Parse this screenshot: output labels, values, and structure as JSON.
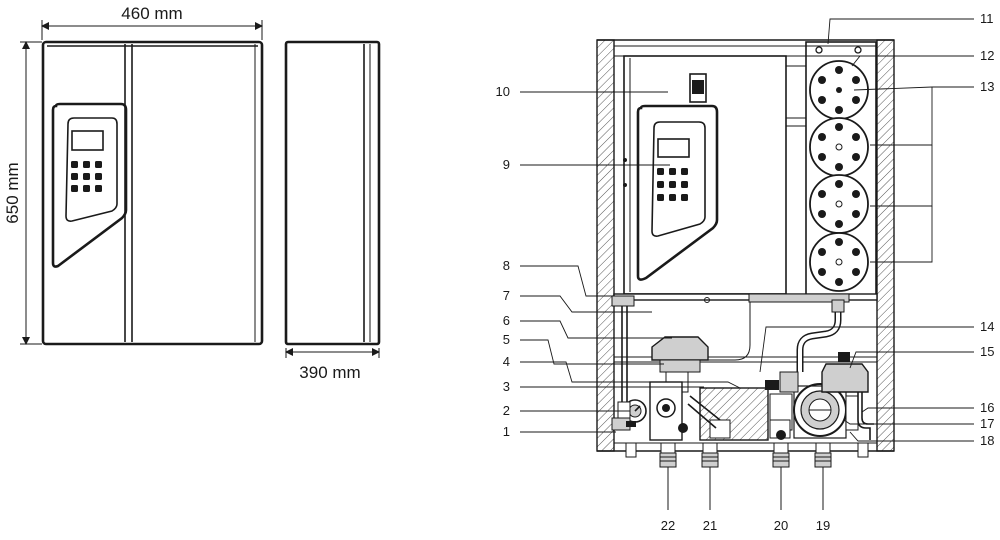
{
  "dimensions": {
    "width": "460 mm",
    "height": "650 mm",
    "depth": "390 mm"
  },
  "callouts": [
    "1",
    "2",
    "3",
    "4",
    "5",
    "6",
    "7",
    "8",
    "9",
    "10",
    "11",
    "12",
    "13",
    "14",
    "15",
    "16",
    "17",
    "18",
    "19",
    "20",
    "21",
    "22"
  ],
  "colors": {
    "line": "#1a1a1a",
    "hatch": "#555555",
    "shade": "#cfcfcf",
    "background": "#ffffff"
  }
}
